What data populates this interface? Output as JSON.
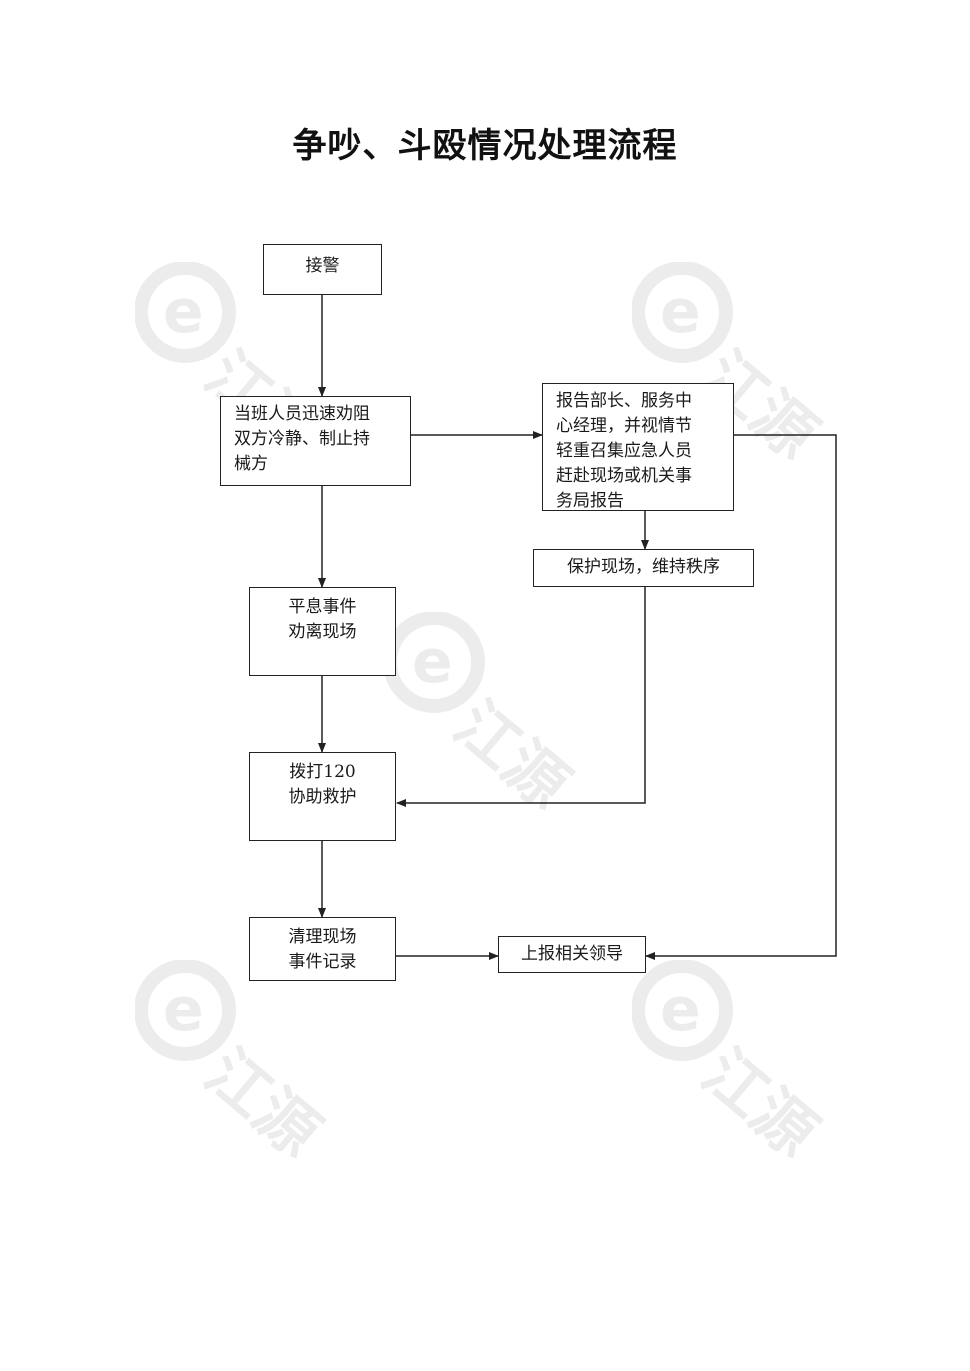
{
  "title": "争吵、斗殴情况处理流程",
  "nodes": {
    "receive": "接警",
    "persuade": "当班人员迅速劝阻\n双方冷静、制止持\n械方",
    "report": "报告部长、服务中\n心经理，并视情节\n轻重召集应急人员\n赶赴现场或机关事\n务局报告",
    "protect": "保护现场，维持秩序",
    "calm": "平息事件\n劝离现场",
    "call": "拨打120\n协助救护",
    "clean": "清理现场\n事件记录",
    "leader": "上报相关领导"
  },
  "watermark": {
    "text": "江源"
  },
  "colors": {
    "line": "#222222",
    "watermark": "#9a9a9a"
  }
}
